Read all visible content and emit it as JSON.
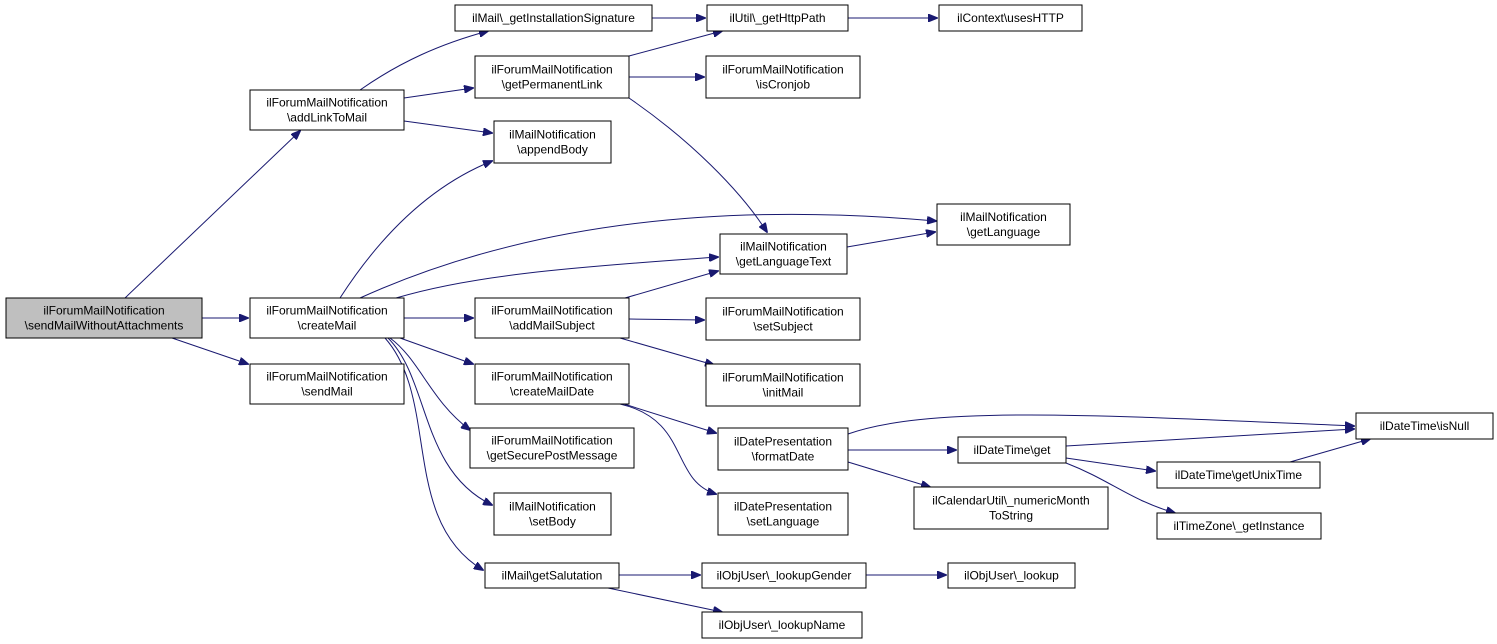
{
  "graph": {
    "colors": {
      "edge": "#191970",
      "root_fill": "#bfbfbf",
      "node_fill": "#ffffff",
      "node_border": "#000000"
    },
    "nodes": [
      {
        "id": "sendMailWithoutAttachments",
        "lines": [
          "ilForumMailNotification",
          "\\sendMailWithoutAttachments"
        ],
        "root": true
      },
      {
        "id": "addLinkToMail",
        "lines": [
          "ilForumMailNotification",
          "\\addLinkToMail"
        ]
      },
      {
        "id": "createMail",
        "lines": [
          "ilForumMailNotification",
          "\\createMail"
        ]
      },
      {
        "id": "sendMail",
        "lines": [
          "ilForumMailNotification",
          "\\sendMail"
        ]
      },
      {
        "id": "getInstallationSignature",
        "lines": [
          "ilMail\\_getInstallationSignature"
        ]
      },
      {
        "id": "getPermanentLink",
        "lines": [
          "ilForumMailNotification",
          "\\getPermanentLink"
        ]
      },
      {
        "id": "appendBody",
        "lines": [
          "ilMailNotification",
          "\\appendBody"
        ]
      },
      {
        "id": "addMailSubject",
        "lines": [
          "ilForumMailNotification",
          "\\addMailSubject"
        ]
      },
      {
        "id": "createMailDate",
        "lines": [
          "ilForumMailNotification",
          "\\createMailDate"
        ]
      },
      {
        "id": "getSecurePostMessage",
        "lines": [
          "ilForumMailNotification",
          "\\getSecurePostMessage"
        ]
      },
      {
        "id": "setBody",
        "lines": [
          "ilMailNotification",
          "\\setBody"
        ]
      },
      {
        "id": "getSalutation",
        "lines": [
          "ilMail\\getSalutation"
        ]
      },
      {
        "id": "getHttpPath",
        "lines": [
          "ilUtil\\_getHttpPath"
        ]
      },
      {
        "id": "isCronjob",
        "lines": [
          "ilForumMailNotification",
          "\\isCronjob"
        ]
      },
      {
        "id": "getLanguageText",
        "lines": [
          "ilMailNotification",
          "\\getLanguageText"
        ]
      },
      {
        "id": "setSubject",
        "lines": [
          "ilForumMailNotification",
          "\\setSubject"
        ]
      },
      {
        "id": "initMail",
        "lines": [
          "ilForumMailNotification",
          "\\initMail"
        ]
      },
      {
        "id": "formatDate",
        "lines": [
          "ilDatePresentation",
          "\\formatDate"
        ]
      },
      {
        "id": "setLanguage",
        "lines": [
          "ilDatePresentation",
          "\\setLanguage"
        ]
      },
      {
        "id": "lookupGender",
        "lines": [
          "ilObjUser\\_lookupGender"
        ]
      },
      {
        "id": "lookupName",
        "lines": [
          "ilObjUser\\_lookupName"
        ]
      },
      {
        "id": "usesHTTP",
        "lines": [
          "ilContext\\usesHTTP"
        ]
      },
      {
        "id": "getLanguage",
        "lines": [
          "ilMailNotification",
          "\\getLanguage"
        ]
      },
      {
        "id": "dtGet",
        "lines": [
          "ilDateTime\\get"
        ]
      },
      {
        "id": "numericMonthToString",
        "lines": [
          "ilCalendarUtil\\_numericMonth",
          "ToString"
        ]
      },
      {
        "id": "lookup",
        "lines": [
          "ilObjUser\\_lookup"
        ]
      },
      {
        "id": "getUnixTime",
        "lines": [
          "ilDateTime\\getUnixTime"
        ]
      },
      {
        "id": "tzGetInstance",
        "lines": [
          "ilTimeZone\\_getInstance"
        ]
      },
      {
        "id": "isNull",
        "lines": [
          "ilDateTime\\isNull"
        ]
      }
    ],
    "edges": [
      [
        "sendMailWithoutAttachments",
        "addLinkToMail"
      ],
      [
        "sendMailWithoutAttachments",
        "createMail"
      ],
      [
        "sendMailWithoutAttachments",
        "sendMail"
      ],
      [
        "addLinkToMail",
        "getInstallationSignature"
      ],
      [
        "addLinkToMail",
        "getPermanentLink"
      ],
      [
        "addLinkToMail",
        "appendBody"
      ],
      [
        "createMail",
        "appendBody"
      ],
      [
        "createMail",
        "getLanguage"
      ],
      [
        "createMail",
        "getLanguageText"
      ],
      [
        "createMail",
        "addMailSubject"
      ],
      [
        "createMail",
        "createMailDate"
      ],
      [
        "createMail",
        "getSecurePostMessage"
      ],
      [
        "createMail",
        "setBody"
      ],
      [
        "createMail",
        "getSalutation"
      ],
      [
        "getInstallationSignature",
        "getHttpPath"
      ],
      [
        "getPermanentLink",
        "getHttpPath"
      ],
      [
        "getPermanentLink",
        "isCronjob"
      ],
      [
        "getPermanentLink",
        "getLanguageText"
      ],
      [
        "getHttpPath",
        "usesHTTP"
      ],
      [
        "getLanguageText",
        "getLanguage"
      ],
      [
        "addMailSubject",
        "getLanguageText"
      ],
      [
        "addMailSubject",
        "setSubject"
      ],
      [
        "addMailSubject",
        "initMail"
      ],
      [
        "createMailDate",
        "formatDate"
      ],
      [
        "createMailDate",
        "setLanguage"
      ],
      [
        "formatDate",
        "isNull"
      ],
      [
        "formatDate",
        "dtGet"
      ],
      [
        "formatDate",
        "numericMonthToString"
      ],
      [
        "dtGet",
        "isNull"
      ],
      [
        "dtGet",
        "getUnixTime"
      ],
      [
        "dtGet",
        "tzGetInstance"
      ],
      [
        "getUnixTime",
        "isNull"
      ],
      [
        "getSalutation",
        "lookupGender"
      ],
      [
        "getSalutation",
        "lookupName"
      ],
      [
        "lookupGender",
        "lookup"
      ]
    ]
  }
}
